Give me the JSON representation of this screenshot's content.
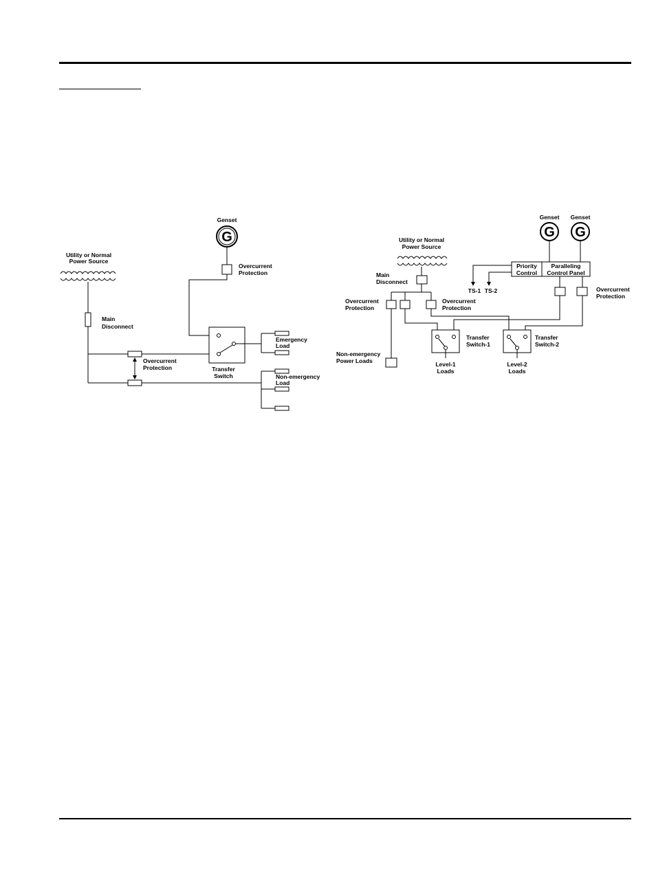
{
  "left_diagram": {
    "genset_label": "Genset",
    "genset_symbol": "G",
    "utility_label_1": "Utility or Normal",
    "utility_label_2": "Power Source",
    "overcurrent_top_1": "Overcurrent",
    "overcurrent_top_2": "Protection",
    "main_disconnect_1": "Main",
    "main_disconnect_2": "Disconnect",
    "overcurrent_mid_1": "Overcurrent",
    "overcurrent_mid_2": "Protection",
    "transfer_switch_1": "Transfer",
    "transfer_switch_2": "Switch",
    "emergency_load_1": "Emergency",
    "emergency_load_2": "Load",
    "nonemergency_load_1": "Non-emergency",
    "nonemergency_load_2": "Load"
  },
  "right_diagram": {
    "genset1_label": "Genset",
    "genset2_label": "Genset",
    "genset_symbol": "G",
    "utility_label_1": "Utility or Normal",
    "utility_label_2": "Power Source",
    "main_disconnect_1": "Main",
    "main_disconnect_2": "Disconnect",
    "priority_control_1": "Priority",
    "priority_control_2": "Control",
    "paralleling_panel_1": "Paralleling",
    "paralleling_panel_2": "Control Panel",
    "ts1": "TS-1",
    "ts2": "TS-2",
    "overcurrent_left_1": "Overcurrent",
    "overcurrent_left_2": "Protection",
    "overcurrent_center_1": "Overcurrent",
    "overcurrent_center_2": "Protection",
    "overcurrent_right_1": "Overcurrent",
    "overcurrent_right_2": "Protection",
    "transfer_switch1_1": "Transfer",
    "transfer_switch1_2": "Switch-1",
    "transfer_switch2_1": "Transfer",
    "transfer_switch2_2": "Switch-2",
    "nonemergency_loads_1": "Non-emergency",
    "nonemergency_loads_2": "Power Loads",
    "level1_loads_1": "Level-1",
    "level1_loads_2": "Loads",
    "level2_loads_1": "Level-2",
    "level2_loads_2": "Loads"
  }
}
